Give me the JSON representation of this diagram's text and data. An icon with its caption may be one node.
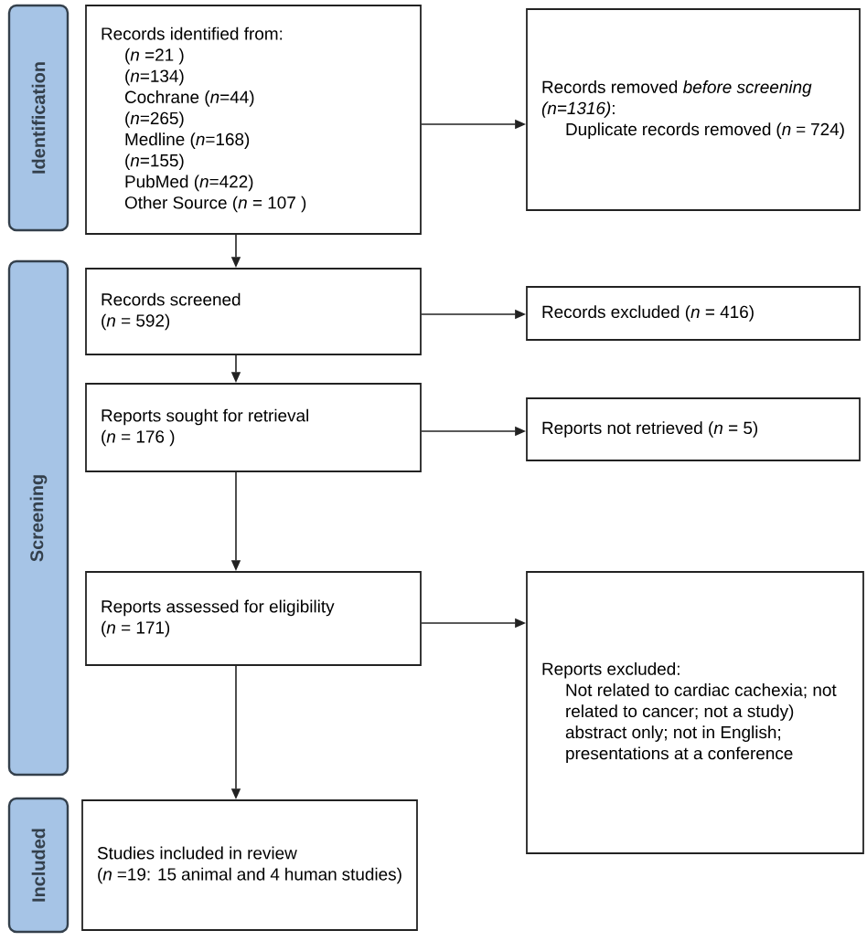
{
  "diagram": {
    "nodes": [
      {
        "text": [
          "Identification"
        ]
      },
      {
        "text": [
          "Screening"
        ]
      },
      {
        "text": [
          "Included"
        ]
      },
      {
        "text": [
          "Records identified from:",
          "(*n* =21 )",
          "(*n*=134)",
          "Cochrane (*n*=44)",
          "(*n*=265)",
          "Medline (*n*=168)",
          "(*n*=155)",
          "PubMed (*n*=422)",
          "Other Source (*n* = 107 )"
        ]
      },
      {
        "text": [
          "Records removed *before screening (n=1316)*:",
          "Duplicate records removed (*n* = 724)"
        ]
      },
      {
        "text": [
          "Records screened",
          "(*n* = 592)"
        ]
      },
      {
        "text": [
          "Records excluded (*n* = 416)"
        ]
      },
      {
        "text": [
          "Reports sought for retrieval",
          "(*n* = 176 )"
        ]
      },
      {
        "text": [
          "Reports not retrieved (*n* = 5)"
        ]
      },
      {
        "text": [
          "Reports assessed for eligibility",
          "(*n* = 171)"
        ]
      },
      {
        "text": [
          "Reports excluded:",
          "Not related to cardiac cachexia; not related to cancer; not a study)",
          "abstract only; not in English; presentations at a conference"
        ]
      },
      {
        "text": [
          "Studies included in review",
          "(*n* =19: 15 animal and 4 human studies)"
        ]
      }
    ],
    "edges": [
      {
        "from": 3,
        "to": 4,
        "arrow": "to"
      },
      {
        "from": 3,
        "to": 5,
        "arrow": "to"
      },
      {
        "from": 5,
        "to": 6,
        "arrow": "to"
      },
      {
        "from": 5,
        "to": 7,
        "arrow": "to"
      },
      {
        "from": 7,
        "to": 8,
        "arrow": "to"
      },
      {
        "from": 7,
        "to": 9,
        "arrow": "to"
      },
      {
        "from": 9,
        "to": 10,
        "arrow": "to"
      },
      {
        "from": 9,
        "to": 11,
        "arrow": "to"
      }
    ]
  }
}
